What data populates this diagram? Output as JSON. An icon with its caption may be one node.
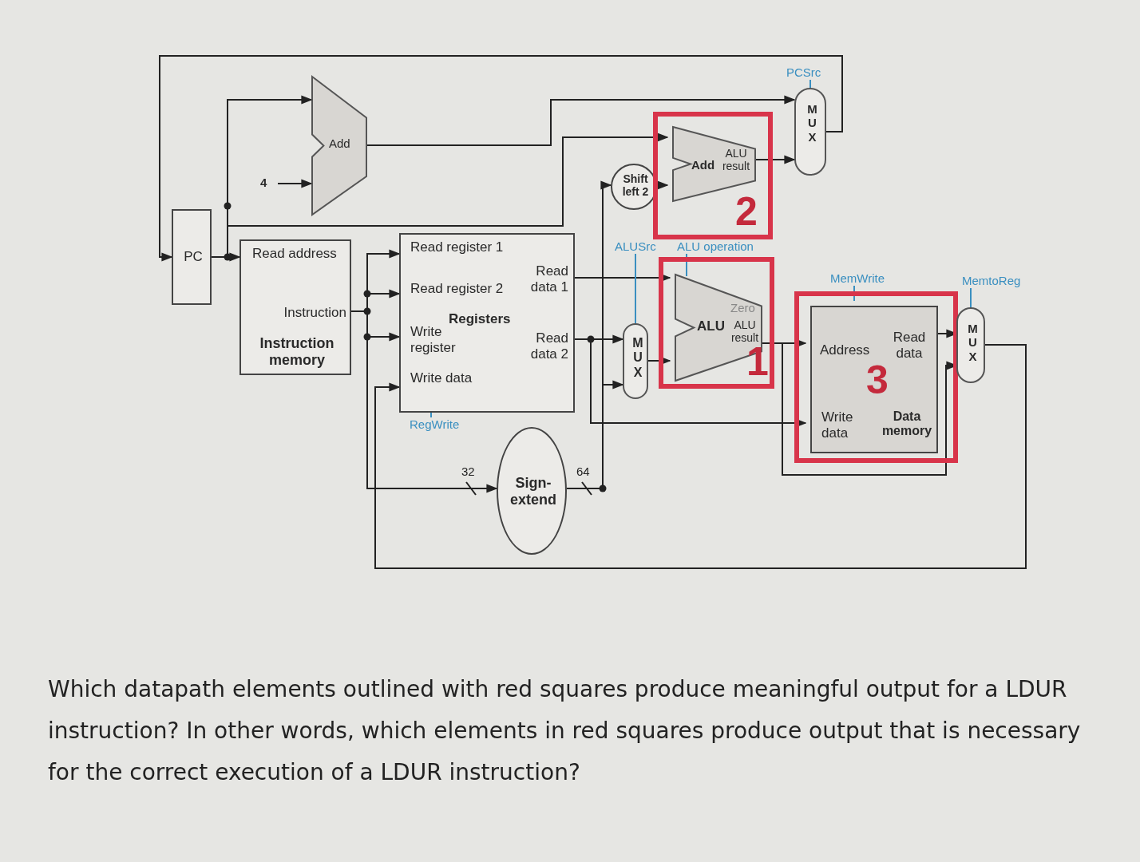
{
  "diagram": {
    "caption": "Which datapath elements outlined with red squares produce meaningful output for a LDUR instruction? In other words, which elements in red squares produce output that is necessary for the correct execution of a LDUR instruction?",
    "nodes": [
      {
        "text": [
          "PC"
        ]
      },
      {
        "text": [
          "Read address",
          "Instruction",
          "Instruction memory"
        ]
      },
      {
        "text": [
          "Add"
        ]
      },
      {
        "text": [
          "4"
        ]
      },
      {
        "text": [
          "Read register 1",
          "Read register 2",
          "Write register",
          "Write data",
          "Registers",
          "Read data 1",
          "Read data 2"
        ]
      },
      {
        "text": [
          "Sign-extend"
        ]
      },
      {
        "text": [
          "Shift left 2"
        ]
      },
      {
        "text": [
          "MUX"
        ]
      },
      {
        "text": [
          "2"
        ]
      },
      {
        "text": [
          "Add",
          "ALU result"
        ],
        "in": 8
      },
      {
        "text": [
          "1"
        ]
      },
      {
        "text": [
          "ALU",
          "Zero",
          "ALU result"
        ],
        "in": 10
      },
      {
        "text": [],
        "shape": "box"
      },
      {
        "text": [
          "Address",
          "Read data",
          "Write data",
          "Data memory",
          "3"
        ],
        "in": 12
      },
      {
        "text": [
          "MUX"
        ]
      },
      {
        "text": [
          "MUX"
        ]
      },
      {
        "text": [
          "PCSrc"
        ]
      },
      {
        "text": [
          "ALUSrc"
        ]
      },
      {
        "text": [
          "ALU operation"
        ]
      },
      {
        "text": [
          "MemWrite"
        ]
      },
      {
        "text": [
          "MemtoReg"
        ]
      },
      {
        "text": [
          "RegWrite"
        ]
      }
    ],
    "edges": [
      {
        "from": 0,
        "to": 1,
        "arrow": "to"
      },
      {
        "from": 0,
        "to": 2,
        "arrow": "to"
      },
      {
        "from": 3,
        "to": 2,
        "arrow": "to"
      },
      {
        "from": 2,
        "to": 14,
        "arrow": "to"
      },
      {
        "from": 0,
        "to": 9,
        "arrow": "to"
      },
      {
        "from": 1,
        "to": 4,
        "arrow": "to"
      },
      {
        "from": 1,
        "to": 4,
        "arrow": "to"
      },
      {
        "from": 1,
        "to": 4,
        "arrow": "to"
      },
      {
        "from": 1,
        "to": 5,
        "arrow": "to"
      },
      {
        "from": 4,
        "to": 11,
        "arrow": "to"
      },
      {
        "from": 4,
        "to": 7,
        "arrow": "to"
      },
      {
        "from": 4,
        "to": 13,
        "arrow": "to"
      },
      {
        "from": 5,
        "to": 7,
        "arrow": "to"
      },
      {
        "from": 5,
        "to": 6,
        "arrow": "to"
      },
      {
        "from": 6,
        "to": 9,
        "arrow": "to"
      },
      {
        "from": 7,
        "to": 11,
        "arrow": "to"
      },
      {
        "from": 11,
        "to": 13,
        "arrow": "to"
      },
      {
        "from": 11,
        "to": 15,
        "arrow": "to"
      },
      {
        "from": 13,
        "to": 15,
        "arrow": "to"
      },
      {
        "from": 15,
        "to": 4,
        "arrow": "to"
      },
      {
        "from": 9,
        "to": 14,
        "arrow": "to"
      },
      {
        "from": 14,
        "to": 0,
        "arrow": "to"
      },
      {
        "from": 16,
        "to": 14,
        "arrow": "none",
        "color": "#3a8fc0"
      },
      {
        "from": 17,
        "to": 7,
        "arrow": "none",
        "color": "#3a8fc0"
      },
      {
        "from": 18,
        "to": 11,
        "arrow": "none",
        "color": "#3a8fc0"
      },
      {
        "from": 19,
        "to": 13,
        "arrow": "none",
        "color": "#3a8fc0"
      },
      {
        "from": 20,
        "to": 15,
        "arrow": "none",
        "color": "#3a8fc0"
      },
      {
        "from": 21,
        "to": 4,
        "arrow": "none",
        "color": "#3a8fc0"
      }
    ],
    "labels": [
      "32",
      "64"
    ]
  }
}
